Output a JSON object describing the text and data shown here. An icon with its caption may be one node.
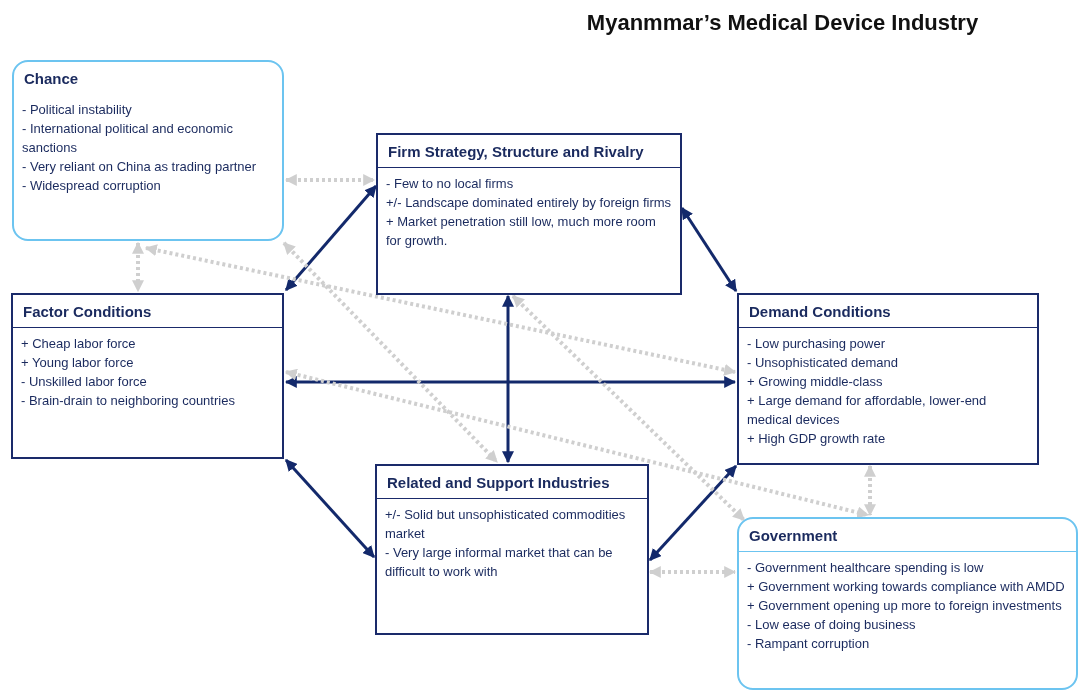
{
  "diagram": {
    "title": "Myanmmar’s Medical Device Industry",
    "nodes": [
      {
        "text": [
          "Chance",
          "- Political instability",
          "- International political and economic sanctions",
          "- Very reliant on China as trading partner",
          "- Widespread corruption"
        ]
      },
      {
        "text": [
          "Firm Strategy, Structure and Rivalry",
          "- Few to no local firms",
          "+/- Landscape dominated entirely by foreign firms",
          "+ Market penetration still low, much more room for growth."
        ]
      },
      {
        "text": [
          "Factor Conditions",
          "+ Cheap labor force",
          "+ Young labor force",
          "- Unskilled labor force",
          "- Brain-drain to neighboring countries"
        ]
      },
      {
        "text": [
          "Demand Conditions",
          "- Low purchasing power",
          "- Unsophisticated demand",
          "+ Growing middle-class",
          "+ Large demand for affordable, lower-end medical devices",
          "+ High GDP growth rate"
        ]
      },
      {
        "text": [
          "Related and Support Industries",
          "+/- Solid but unsophisticated commodities market",
          "- Very large informal market that can be difficult to work with"
        ]
      },
      {
        "text": [
          "Government",
          "- Government healthcare spending is low",
          "+ Government working towards compliance with AMDD",
          "+ Government opening up more to foreign investments",
          "- Low ease of doing business",
          "- Rampant corruption"
        ]
      }
    ],
    "edges": [
      {
        "from": 1,
        "to": 2,
        "arrow": "both",
        "color": "#13296b"
      },
      {
        "from": 1,
        "to": 3,
        "arrow": "both",
        "color": "#13296b"
      },
      {
        "from": 1,
        "to": 4,
        "arrow": "both",
        "color": "#13296b"
      },
      {
        "from": 2,
        "to": 3,
        "arrow": "both",
        "color": "#13296b"
      },
      {
        "from": 2,
        "to": 4,
        "arrow": "both",
        "color": "#13296b"
      },
      {
        "from": 4,
        "to": 3,
        "arrow": "both",
        "color": "#13296b"
      },
      {
        "from": 0,
        "to": 1,
        "arrow": "both",
        "style": "dashed",
        "color": "#cfcfcf"
      },
      {
        "from": 0,
        "to": 2,
        "arrow": "both",
        "style": "dashed",
        "color": "#cfcfcf"
      },
      {
        "from": 0,
        "to": 3,
        "arrow": "both",
        "style": "dashed",
        "color": "#cfcfcf"
      },
      {
        "from": 0,
        "to": 4,
        "arrow": "both",
        "style": "dashed",
        "color": "#cfcfcf"
      },
      {
        "from": 1,
        "to": 5,
        "arrow": "both",
        "style": "dashed",
        "color": "#cfcfcf"
      },
      {
        "from": 2,
        "to": 5,
        "arrow": "both",
        "style": "dashed",
        "color": "#cfcfcf"
      },
      {
        "from": 3,
        "to": 5,
        "arrow": "both",
        "style": "dashed",
        "color": "#cfcfcf"
      },
      {
        "from": 4,
        "to": 5,
        "arrow": "both",
        "style": "dashed",
        "color": "#cfcfcf"
      }
    ]
  }
}
